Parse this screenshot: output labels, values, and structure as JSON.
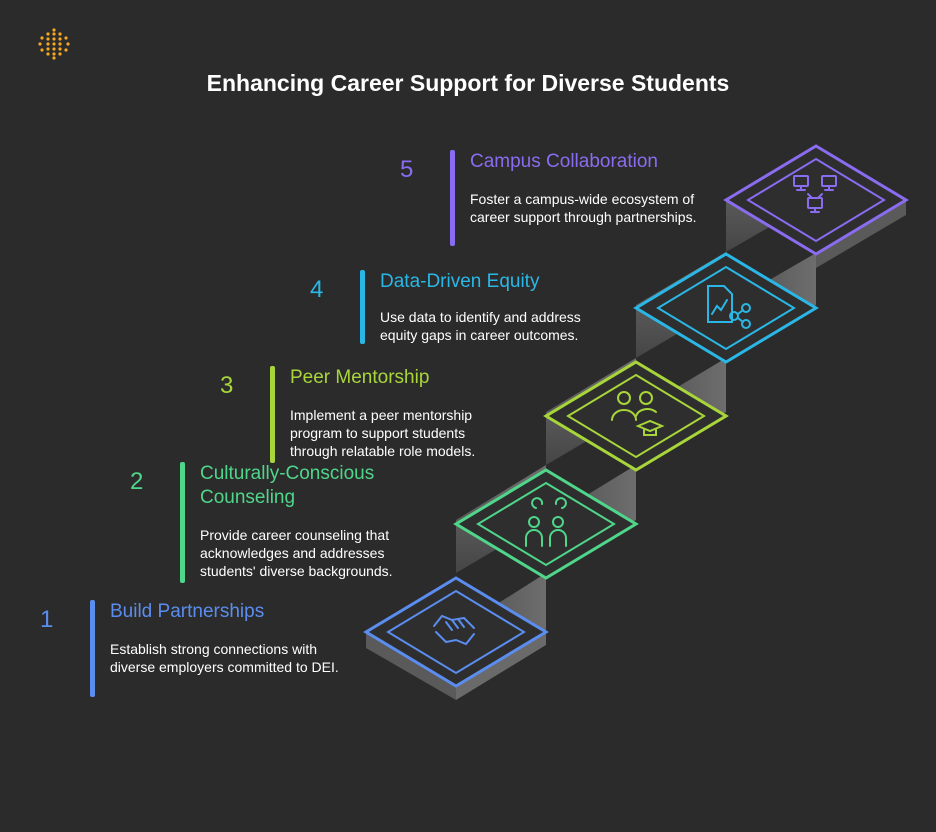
{
  "title": "Enhancing Career Support for Diverse Students",
  "logo_icon": "dotted-circle-logo",
  "steps": [
    {
      "number": "1",
      "title": "Build Partnerships",
      "description": "Establish strong connections with diverse employers committed to DEI.",
      "color": "#5b8def",
      "icon": "handshake-icon"
    },
    {
      "number": "2",
      "title": "Culturally-Conscious Counseling",
      "description": "Provide career counseling that acknowledges and addresses students' diverse backgrounds.",
      "color": "#4fd68a",
      "icon": "counselor-student-icon"
    },
    {
      "number": "3",
      "title": "Peer Mentorship",
      "description": "Implement a peer mentorship program to support students through relatable role models.",
      "color": "#a8d63a",
      "icon": "peer-group-graduate-icon"
    },
    {
      "number": "4",
      "title": "Data-Driven Equity",
      "description": "Use data to identify and address equity gaps in career outcomes.",
      "color": "#2bb7e6",
      "icon": "data-chart-share-icon"
    },
    {
      "number": "5",
      "title": "Campus Collaboration",
      "description": "Foster a campus-wide ecosystem of career support through partnerships.",
      "color": "#8a6cf0",
      "icon": "network-computers-icon"
    }
  ]
}
